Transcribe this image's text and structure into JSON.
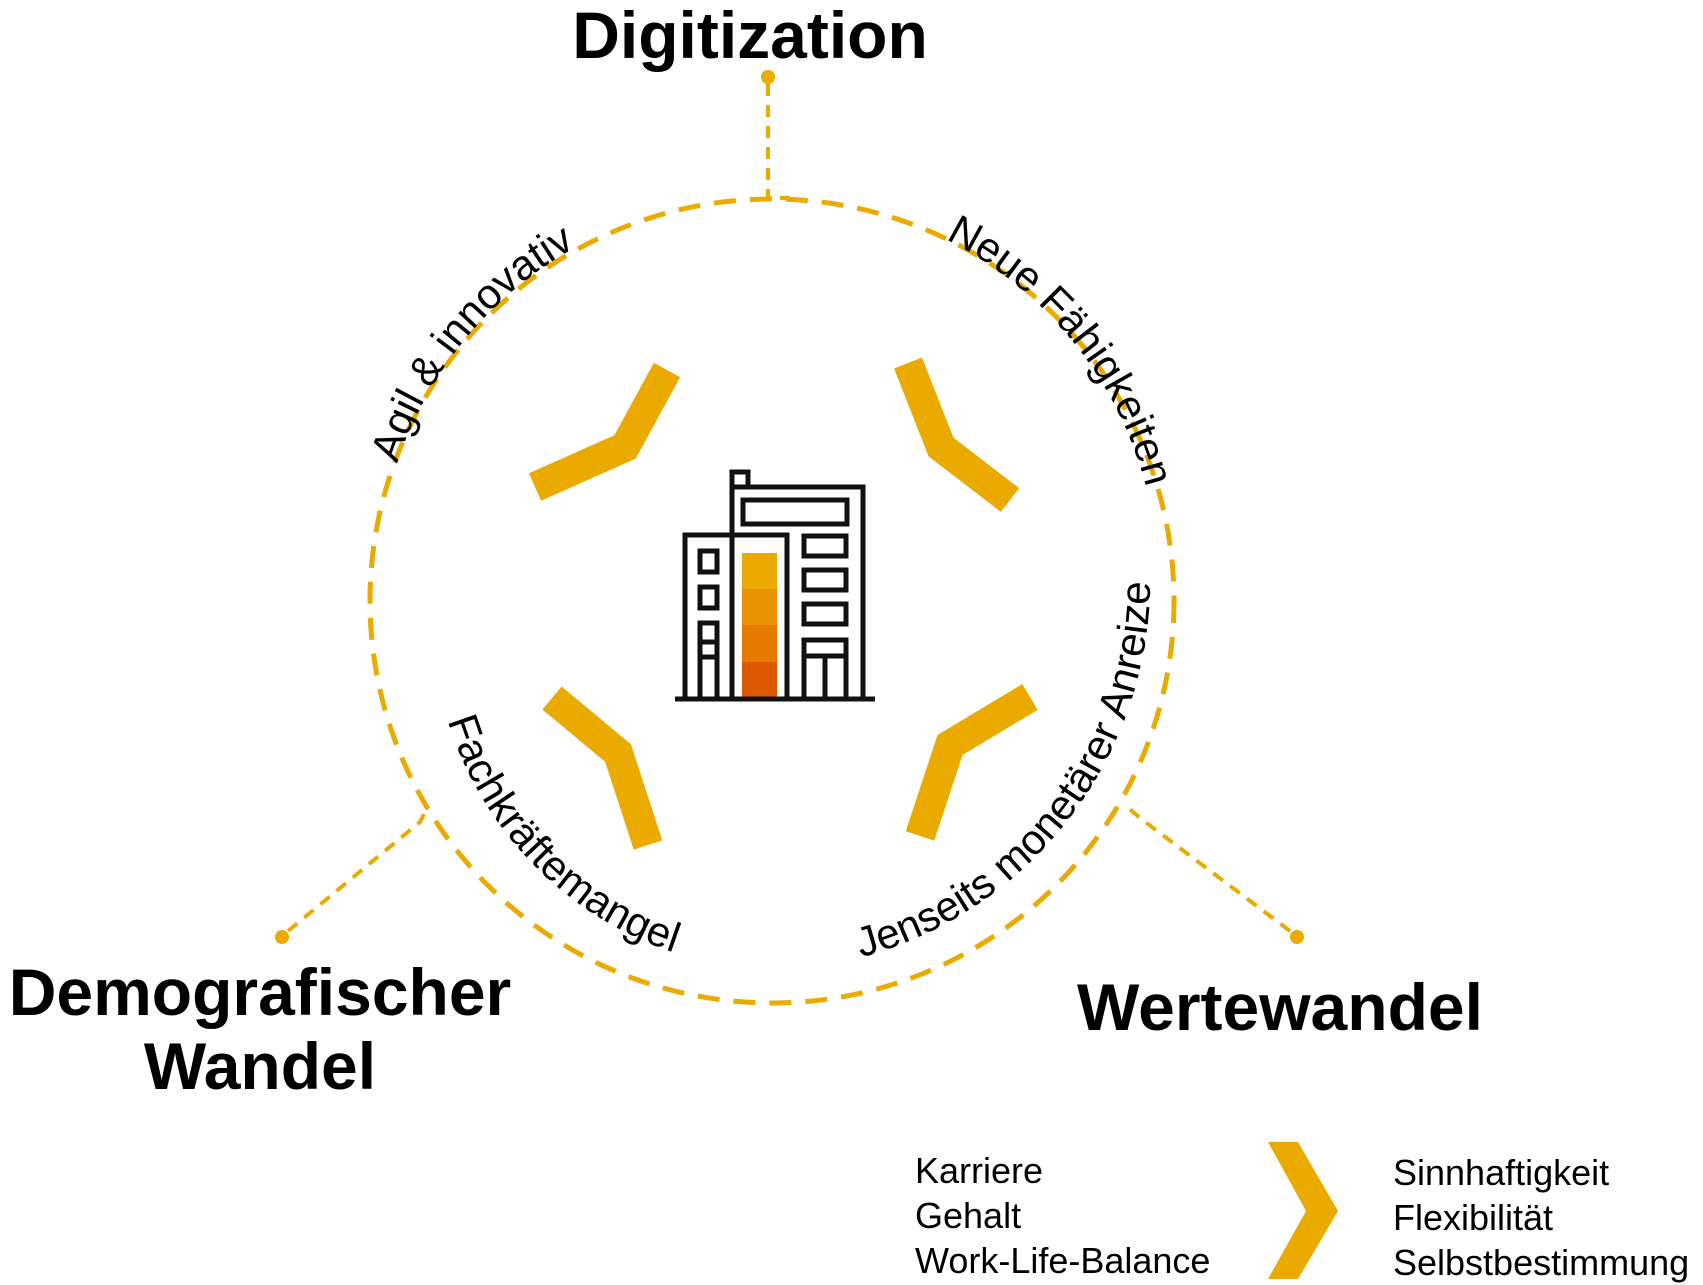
{
  "drivers": {
    "top": "Digitization",
    "bottom_left_line1": "Demografischer",
    "bottom_left_line2": "Wandel",
    "bottom_right": "Wertewandel"
  },
  "circle_labels": {
    "agil": "Agil & innovativ",
    "neue": "Neue Fähigkeiten",
    "fachkraefte": "Fachkräftemangel",
    "jenseits": "Jenseits monetärer Anreize"
  },
  "legend": {
    "from": [
      "Karriere",
      "Gehalt",
      "Work-Life-Balance"
    ],
    "to": [
      "Sinnhaftigkeit",
      "Flexibilität",
      "Selbstbestimmung"
    ]
  },
  "colors": {
    "accent": "#EBAA00",
    "building_orange_1": "#EBAA00",
    "building_orange_2": "#EB9200",
    "building_orange_3": "#E47A00",
    "building_orange_4": "#DE5A00",
    "text": "#000000"
  },
  "icons": {
    "center": "office-building-icon",
    "transition": "chevron-right-icon"
  }
}
